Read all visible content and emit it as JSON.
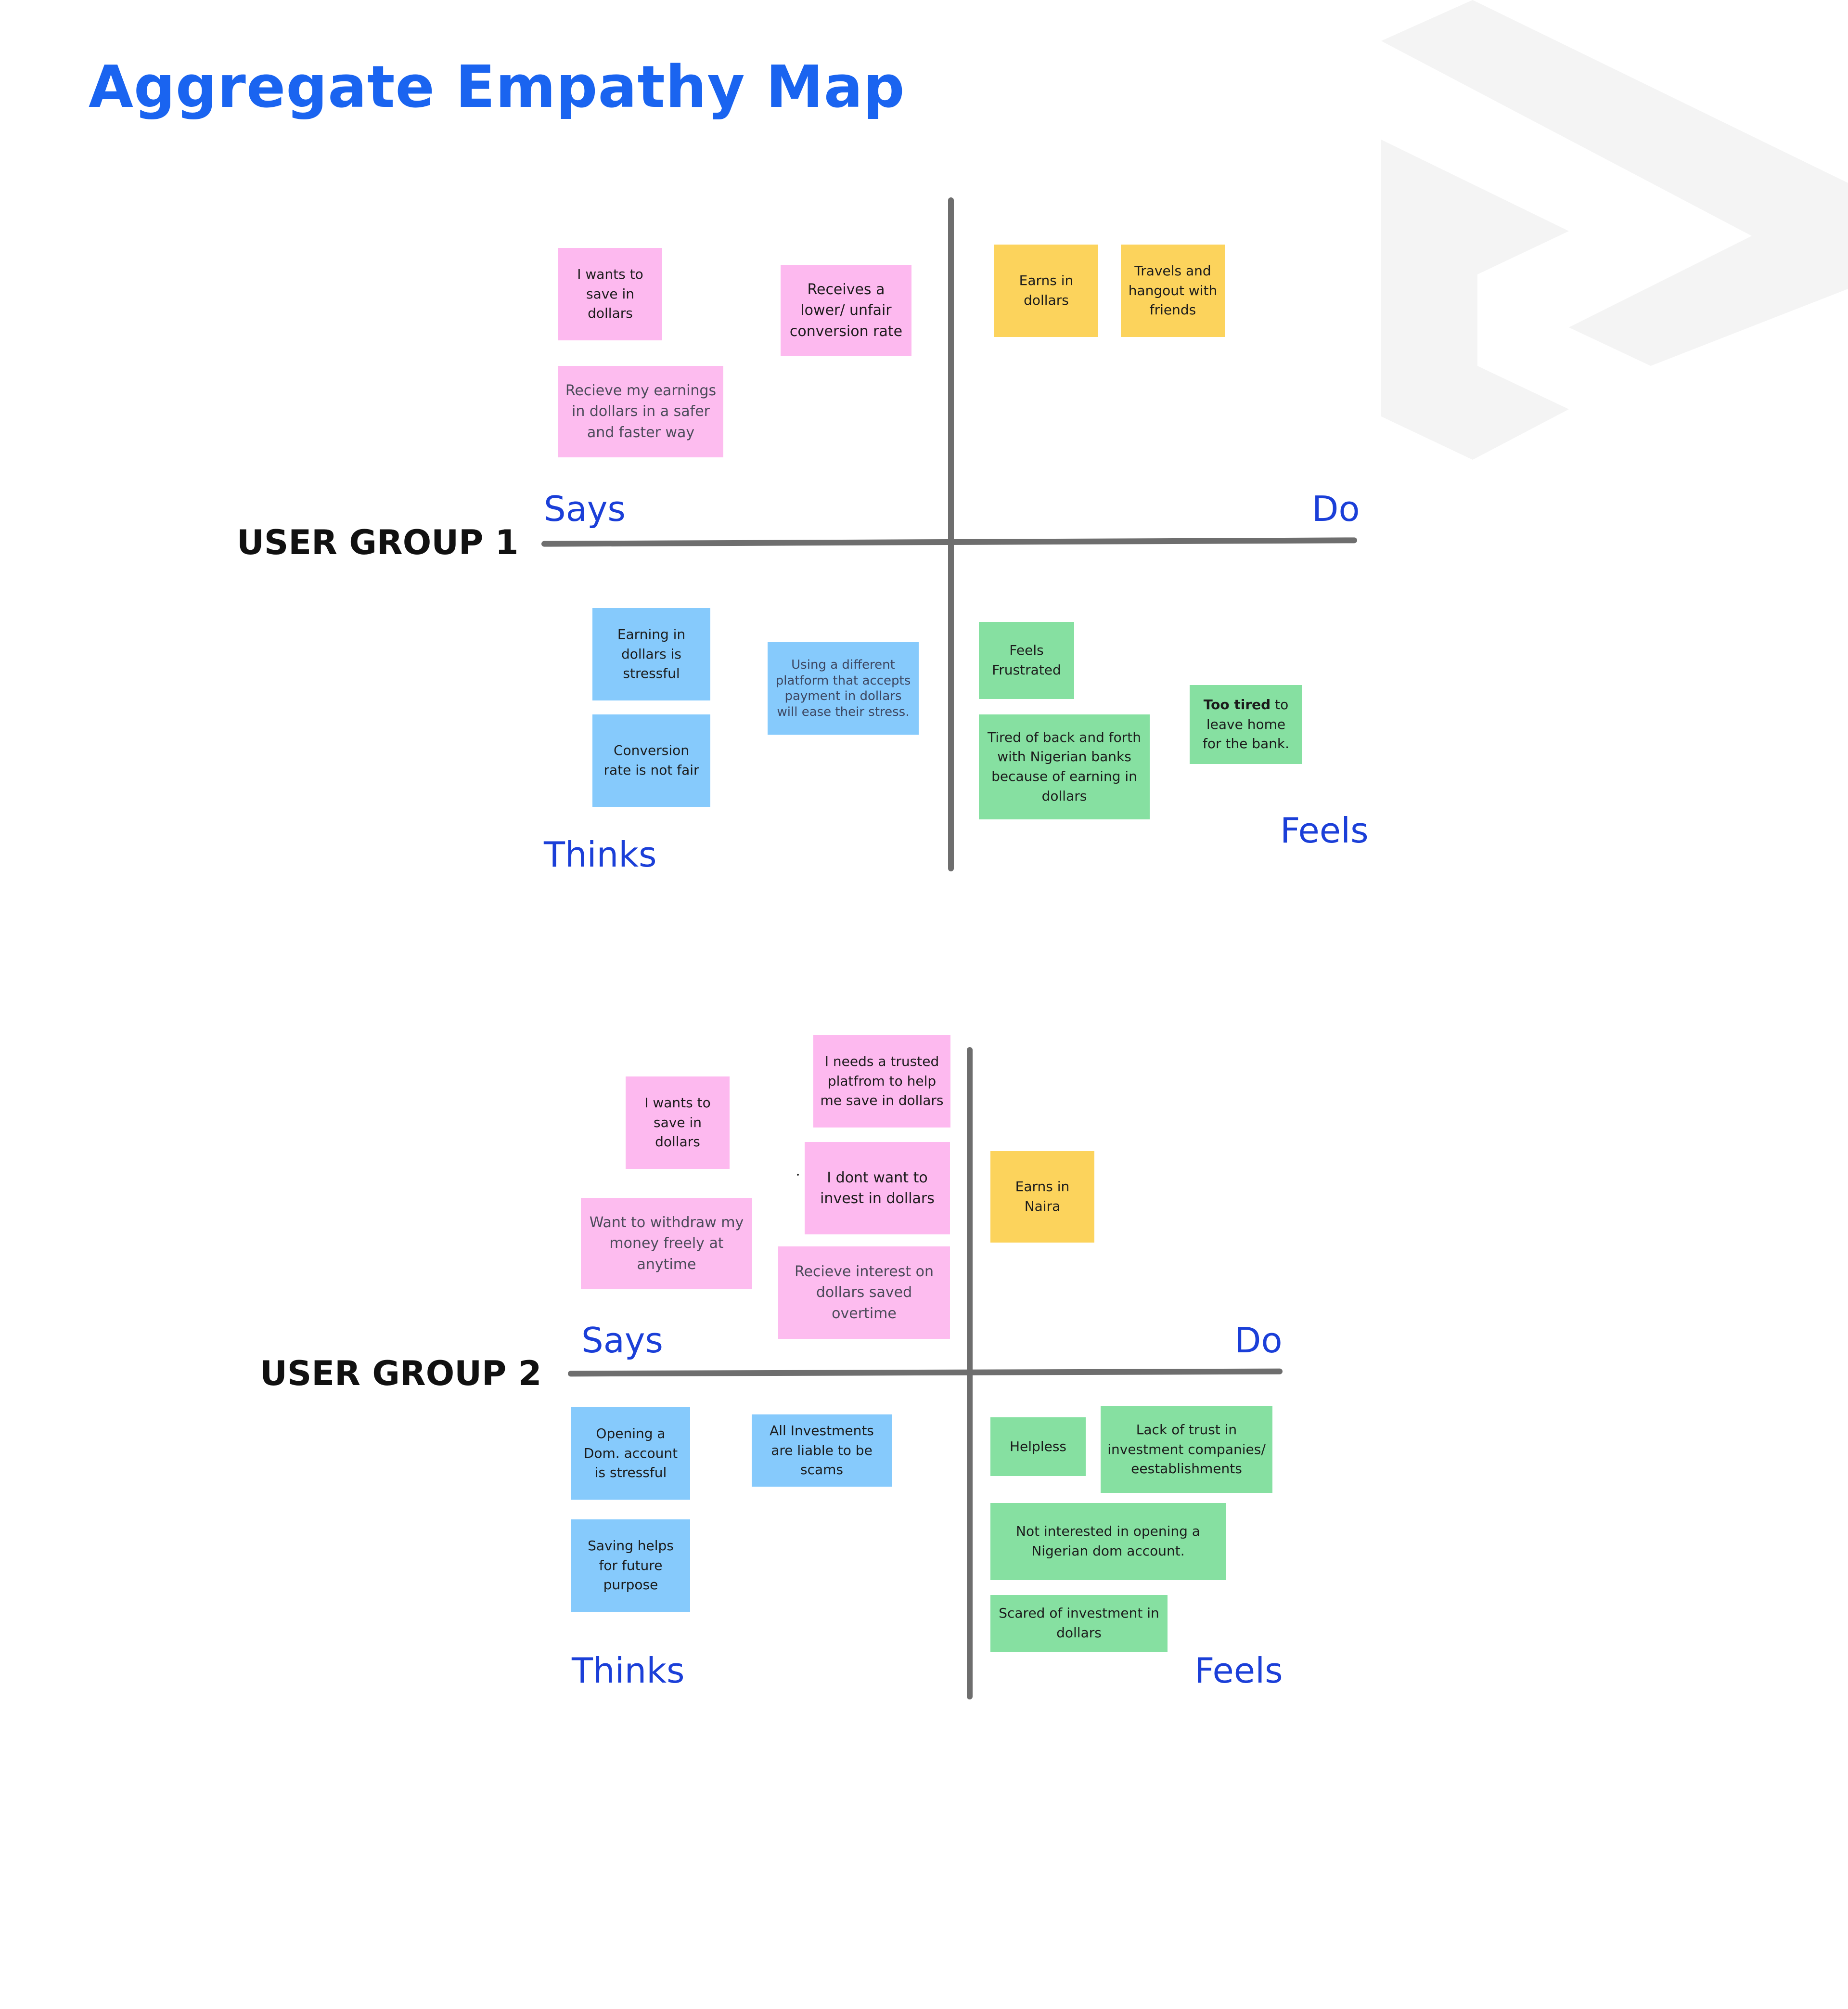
{
  "title": "Aggregate Empathy Map",
  "colors": {
    "title": "#1a64f0",
    "quadrant_label": "#1b3fd8",
    "axis": "#6e6e6e",
    "says_note": "#fdb9ef",
    "do_note": "#fcd35c",
    "thinks_note": "#86cafc",
    "feels_note": "#86e0a1"
  },
  "decoration": {
    "background_icon": "chevron-logo-watermark"
  },
  "groups": [
    {
      "label": "USER GROUP 1",
      "quadrants": {
        "says": "Says",
        "do": "Do",
        "thinks": "Thinks",
        "feels": "Feels"
      },
      "says_notes": [
        "I wants to save in dollars",
        "Receives a lower/ unfair conversion rate",
        "Recieve my earnings in dollars in a safer and faster way"
      ],
      "do_notes": [
        "Earns in dollars",
        "Travels and hangout with friends"
      ],
      "thinks_notes": [
        "Earning in dollars is stressful",
        "Conversion rate is not fair",
        "Using a different platform that accepts payment in dollars will ease their stress."
      ],
      "feels_notes": [
        "Feels Frustrated",
        "Tired of back and forth with Nigerian banks because of earning in dollars",
        {
          "bold": "Too tired",
          "rest": " to leave home for the bank."
        }
      ]
    },
    {
      "label": "USER GROUP 2",
      "quadrants": {
        "says": "Says",
        "do": "Do",
        "thinks": "Thinks",
        "feels": "Feels"
      },
      "says_notes": [
        "I needs a trusted platfrom to help me save in dollars",
        "I wants to save in dollars",
        "I dont want to invest in dollars",
        "Want to withdraw my money freely at anytime",
        "Recieve interest on dollars saved overtime"
      ],
      "do_notes": [
        "Earns in Naira"
      ],
      "thinks_notes": [
        "Opening a Dom. account is stressful",
        "All Investments are liable to be scams",
        "Saving helps for future purpose"
      ],
      "feels_notes": [
        "Helpless",
        "Lack of trust in investment companies/ eestablishments",
        "Not interested in opening a Nigerian dom account.",
        "Scared of investment in dollars"
      ]
    }
  ]
}
